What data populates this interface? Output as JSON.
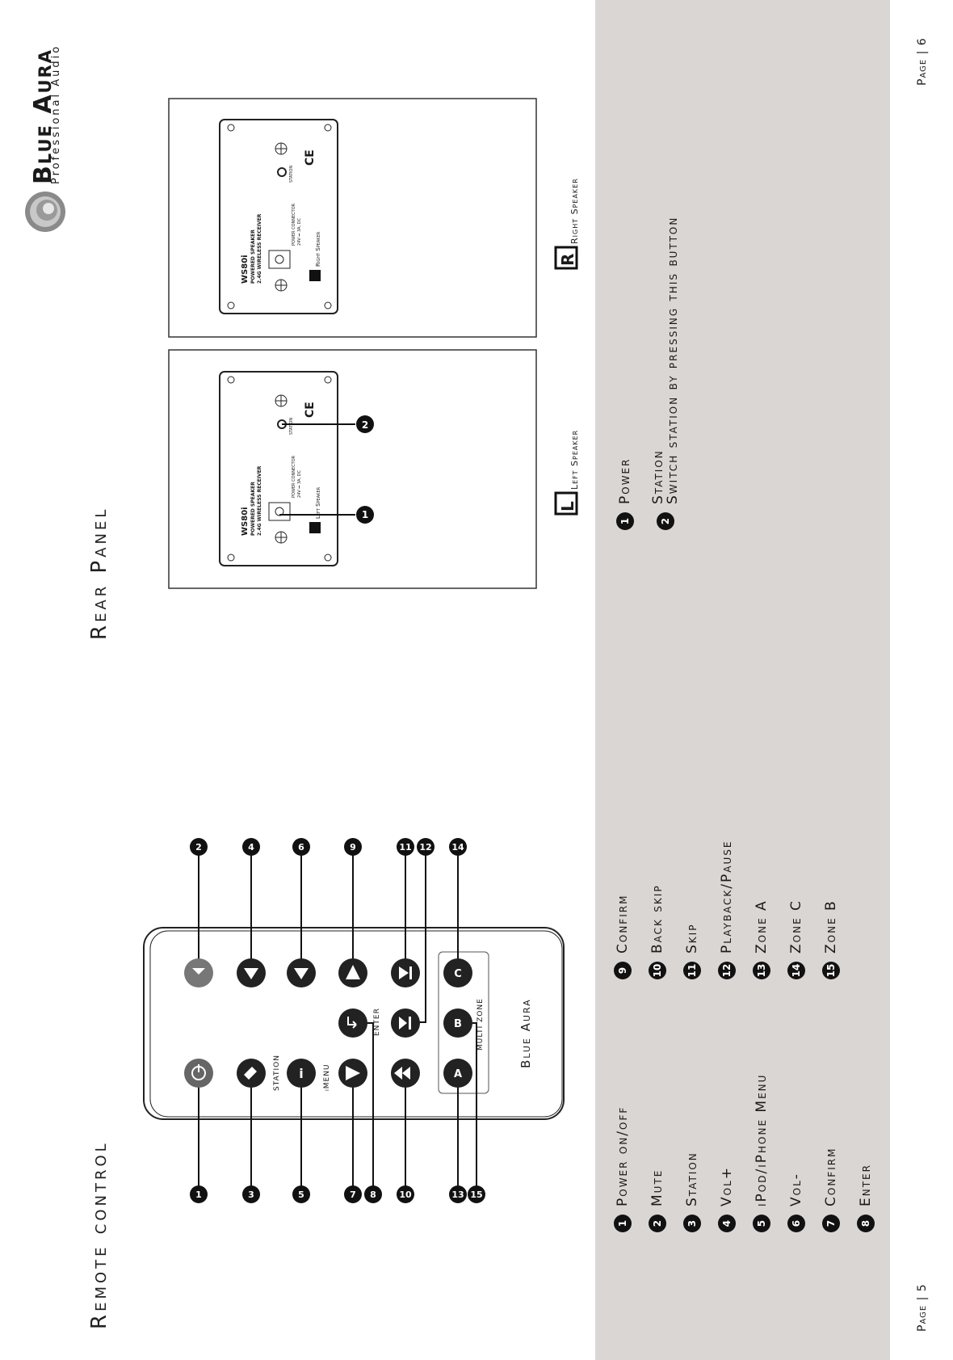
{
  "brand": {
    "name": "Blue Aura",
    "tagline": "Professional Audio"
  },
  "remote_section": {
    "title": "Remote control",
    "page": "Page | 5",
    "remote_labels": {
      "station": "STATION",
      "imenu": "iMENU",
      "enter": "ENTER",
      "multizone": "MULTI ZONE",
      "brand": "Blue Aura",
      "zone_a": "A",
      "zone_b": "B",
      "zone_c": "C",
      "info": "i"
    },
    "legend_left": [
      {
        "n": "1",
        "label": "Power on/off"
      },
      {
        "n": "2",
        "label": "Mute"
      },
      {
        "n": "3",
        "label": "Station"
      },
      {
        "n": "4",
        "label": "Vol+"
      },
      {
        "n": "5",
        "label": "iPod/iPhone Menu"
      },
      {
        "n": "6",
        "label": "Vol-"
      },
      {
        "n": "7",
        "label": "Confirm"
      },
      {
        "n": "8",
        "label": "Enter"
      }
    ],
    "legend_right": [
      {
        "n": "9",
        "label": "Confirm"
      },
      {
        "n": "10",
        "label": "Back skip"
      },
      {
        "n": "11",
        "label": "Skip"
      },
      {
        "n": "12",
        "label": "Playback/Pause"
      },
      {
        "n": "13",
        "label": "Zone A"
      },
      {
        "n": "14",
        "label": "Zone C"
      },
      {
        "n": "15",
        "label": "Zone B"
      }
    ]
  },
  "rear_section": {
    "title": "Rear Panel",
    "page": "Page | 6",
    "left_speaker": {
      "badge": "L",
      "caption": "Left Speaker",
      "model": "WS80i",
      "desc1": "POWERED SPEAKER",
      "desc2": "2.4G WIRELESS RECEIVER",
      "power": "POWER CONNECTOR",
      "rating": "24V ⎓ 3A, DC",
      "station": "STATION",
      "ce": "CE"
    },
    "right_speaker": {
      "badge": "R",
      "caption": "Right Speaker",
      "model": "WS80i",
      "desc1": "POWERED SPEAKER",
      "desc2": "2.4G WIRELESS RECEIVER",
      "power": "POWER CONNECTOR",
      "rating": "24V ⎓ 3A, DC",
      "station": "STATION",
      "ce": "CE"
    },
    "legend": [
      {
        "n": "1",
        "label": "Power"
      },
      {
        "n": "2",
        "label": "Station",
        "detail": "Switch station by pressing this button"
      }
    ]
  }
}
